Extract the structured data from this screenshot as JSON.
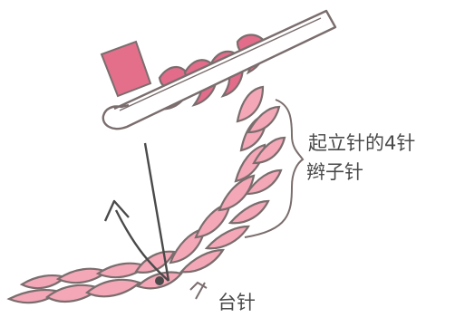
{
  "labels": {
    "chain_label_line1": "起立针的4针",
    "chain_label_line2": "辫子针",
    "base_stitch_label": "台针"
  },
  "colors": {
    "yarn_fill": "#f3a7b7",
    "yarn_dark": "#e57f98",
    "yarn_strand": "#e26c8a",
    "outline": "#7a6d6d",
    "needle": "#ffffff",
    "text": "#4a4a4a"
  },
  "icons": {
    "hook": "crochet-hook",
    "arrow": "upward-arrow"
  }
}
